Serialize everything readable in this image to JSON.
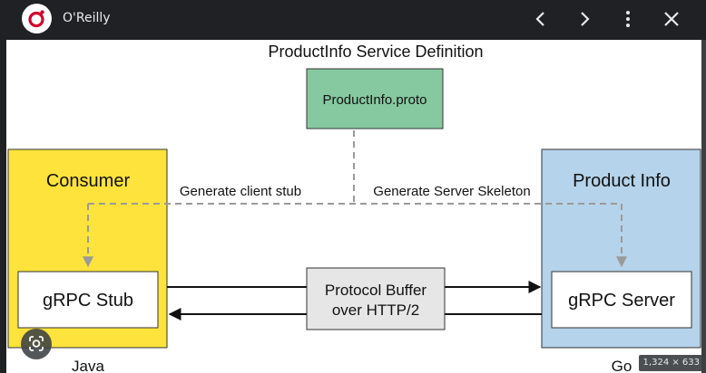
{
  "app": {
    "title": "O'Reilly",
    "logo_icon": "oreilly-logo-icon"
  },
  "toolbar": {
    "prev_icon": "chevron-left-icon",
    "next_icon": "chevron-right-icon",
    "more_icon": "more-vert-icon",
    "close_icon": "close-icon"
  },
  "diagram": {
    "title": "ProductInfo Service Definition",
    "proto_label": "ProductInfo.proto",
    "consumer_label": "Consumer",
    "product_info_label": "Product Info",
    "generate_client_label": "Generate client stub",
    "generate_server_label": "Generate Server Skeleton",
    "stub_label": "gRPC Stub",
    "server_label": "gRPC Server",
    "protocol_line1": "Protocol Buffer",
    "protocol_line2": "over HTTP/2",
    "java_label": "Java",
    "go_label": "Go",
    "colors": {
      "proto": "#86c9a0",
      "consumer": "#fde33b",
      "product_info": "#b5d3ea",
      "protocol": "#e6e6e6",
      "dashed": "#9a9a9a"
    }
  },
  "overlay": {
    "lens_icon": "lens-search-icon",
    "size_label": "1,324 × 633"
  }
}
